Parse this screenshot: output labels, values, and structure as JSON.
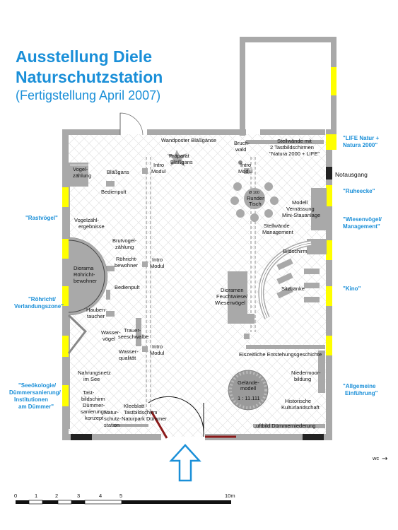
{
  "title": {
    "line1": "Ausstellung Diele",
    "line2": "Naturschutzstation",
    "subtitle": "(Fertigstellung April 2007)"
  },
  "colors": {
    "title": "#1a8fd8",
    "wall": "#a9a9a9",
    "window": "#ffff00",
    "door": "#8b1a1a",
    "zone_label": "#1a8fd8"
  },
  "labels": {
    "wandposter": "Wandposter Bläßgänse",
    "praeparat": [
      "Präparat",
      "Bläßgans"
    ],
    "bruchwald": [
      "Bruch-",
      "wald"
    ],
    "stellwaende_natura": [
      "Stellwände mit",
      "2 Tastbildschirmen",
      "\"Natura 2000 + LIFE\""
    ],
    "vogelzaehlung": [
      "Vogel-",
      "zählung"
    ],
    "blaessgans": "Bläßgans",
    "intro_modul_1": [
      "Intro",
      "Modul"
    ],
    "intro_modul_2": [
      "Intro",
      "Modul"
    ],
    "intro_modul_3": [
      "Intro",
      "Modul"
    ],
    "intro_modul_4": [
      "Intro",
      "Modul"
    ],
    "bedienpult_1": "Bedienpult",
    "bedienpult_2": "Bedienpult",
    "runder_tisch_dia": "Ø 100",
    "runder_tisch": [
      "Runder",
      "Tisch"
    ],
    "modell": [
      "Modell",
      "Vernässung",
      "Mini-Stauanlage"
    ],
    "vogelzaehlergebnisse": [
      "Vogelzähl-",
      "ergebnisse"
    ],
    "stellwaende_management": [
      "Stellwände",
      "Management"
    ],
    "brutvogelzaehlung": [
      "Brutvogel-",
      "zählung"
    ],
    "bildschirm": "Bildschirm",
    "diorama_roehricht": [
      "Diorama",
      "Röhricht-",
      "bewohner"
    ],
    "roehrichtbewohner": [
      "Röhricht-",
      "bewohner"
    ],
    "sitzbaenke": "Sitzbänke",
    "dioramen_feucht": [
      "Dioramen",
      "Feuchtwiese/",
      "Wiesenvögel"
    ],
    "haubentaucher": [
      "Hauben-",
      "taucher"
    ],
    "wasservoegel": [
      "Wasser-",
      "vögel"
    ],
    "trauerseeschwalbe": [
      "Trauer-",
      "seeschwalbe"
    ],
    "wasserqualitaet": [
      "Wasser-",
      "qualität"
    ],
    "eiszeitliche": "Eiszeitliche Entstehungsgeschichte",
    "nahrungsnetz": [
      "Nahrungsnetz",
      "im See"
    ],
    "niedermoor": [
      "Niedermoor-",
      "bildung"
    ],
    "gelaendemodell": [
      "Gelände-",
      "modell"
    ],
    "gelaendemodell_scale": "1 : 11.111",
    "tastbildschirm": [
      "Tast-",
      "bildschirm",
      "Dümmer-",
      "sanierungs-",
      "konzept"
    ],
    "naturschutzstation": [
      "Natur-",
      "schutz-",
      "station"
    ],
    "kleeblatt": [
      "Kleeblatt",
      "Tastbildschirm",
      "Naturpark Dümmer"
    ],
    "historische": [
      "Historische",
      "Kulturlandschaft"
    ],
    "luftbild": "Luftbild Dümmerniederung",
    "notausgang": "Notausgang",
    "wc": "wc"
  },
  "zones": {
    "rastvoegel": [
      "\"Rastvögel\""
    ],
    "roehricht": [
      "\"Röhricht/",
      "Verlandungszone\""
    ],
    "seeoekologie": [
      "\"Seeökologie/",
      "Dümmersanierung/",
      "Institutionen",
      "am Dümmer\""
    ],
    "life_natur": [
      "\"LIFE Natur +",
      "Natura 2000\""
    ],
    "ruheecke": [
      "\"Ruheecke\""
    ],
    "wiesenvoegel": [
      "\"Wiesenvögel/",
      "Management\""
    ],
    "kino": [
      "\"Kino\""
    ],
    "allgemeine": [
      "\"Allgemeine",
      "Einführung\""
    ]
  },
  "scale_bar": {
    "ticks": [
      "0",
      "1",
      "2",
      "3",
      "4",
      "5",
      "10m"
    ]
  }
}
